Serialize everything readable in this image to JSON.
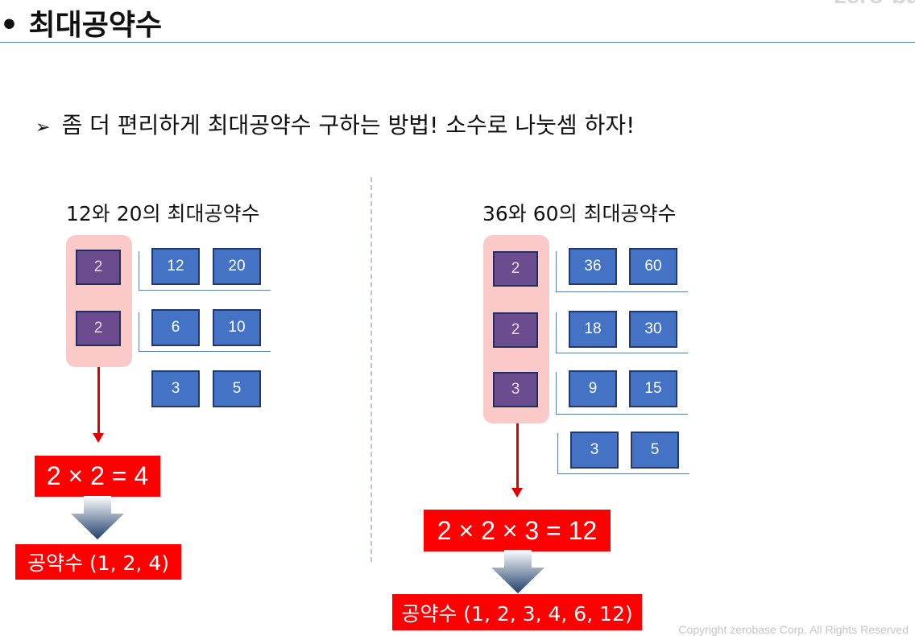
{
  "header": {
    "title": "• 최대공약수",
    "brand": "zero-ba"
  },
  "bullet": {
    "icon": "arrowhead-icon",
    "text": "좀 더 편리하게 최대공약수 구하는 방법! 소수로 나눗셈 하자!"
  },
  "left": {
    "subtitle": "12와 20의 최대공약수",
    "divisors": [
      "2",
      "2"
    ],
    "rows": [
      [
        "12",
        "20"
      ],
      [
        "6",
        "10"
      ],
      [
        "3",
        "5"
      ]
    ],
    "product": "2 × 2 = 4",
    "result": "공약수 (1, 2, 4)"
  },
  "right": {
    "subtitle": "36와 60의 최대공약수",
    "divisors": [
      "2",
      "2",
      "3"
    ],
    "rows": [
      [
        "36",
        "60"
      ],
      [
        "18",
        "30"
      ],
      [
        "9",
        "15"
      ],
      [
        "3",
        "5"
      ]
    ],
    "product": "2 × 2 × 3 = 12",
    "result": "공약수 (1, 2, 3, 4, 6, 12)"
  },
  "footer": {
    "copyright": "Copyright zerobase Corp. All Rights Reserved"
  },
  "colors": {
    "divisor_box": "#6b4d8f",
    "number_box": "#4472c4",
    "highlight": "#fcc9c9",
    "result": "#ff0000"
  }
}
